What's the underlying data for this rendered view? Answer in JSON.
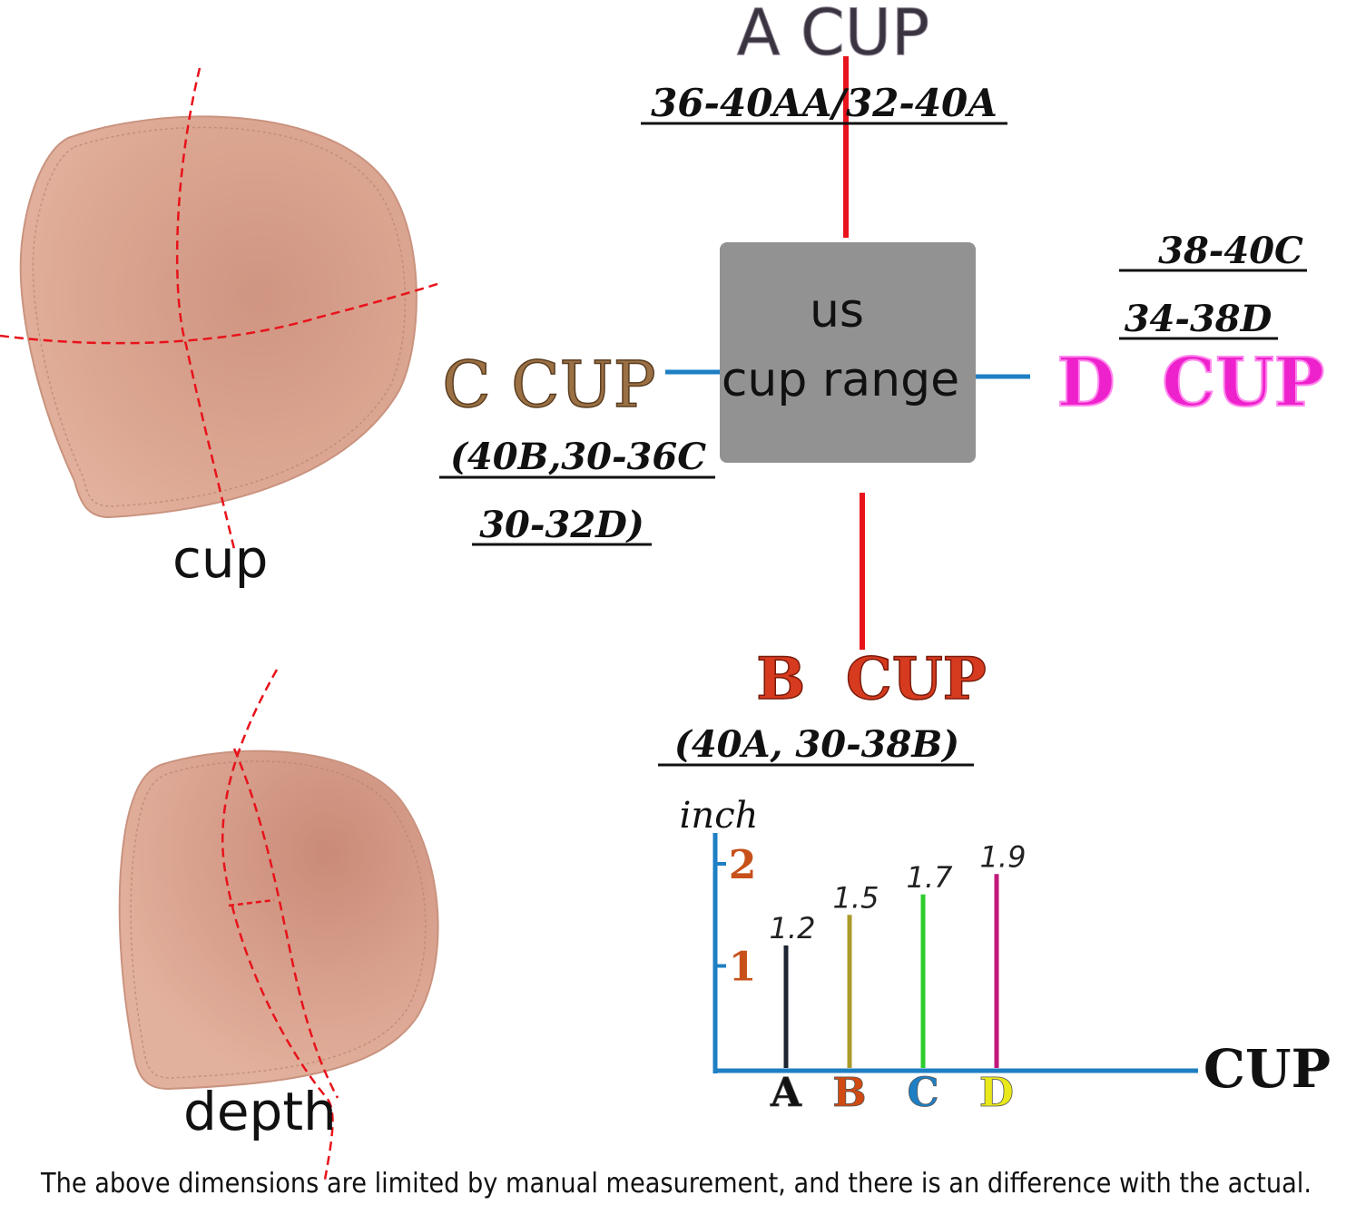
{
  "diagram": {
    "top_cup": {
      "label": "A CUP",
      "sizes": "36-40AA/32-40A"
    },
    "left_cup": {
      "label": "C CUP",
      "sizes_line1": "(40B,30-36C",
      "sizes_line2": "30-32D)"
    },
    "right_cup": {
      "label": "D  CUP",
      "sizes_line1": "38-40C",
      "sizes_line2": "34-38D"
    },
    "bottom_cup": {
      "label": "B  CUP",
      "sizes": "(40A, 30-38B)"
    },
    "center_box": {
      "line1": "us",
      "line2": "cup range"
    },
    "pad_labels": {
      "cup": "cup",
      "depth": "depth"
    },
    "footnote": "The above dimensions are limited by manual measurement, and there is an difference with the actual."
  },
  "colors": {
    "connector_red": "#e8131b",
    "connector_blue": "#1e7fc4",
    "center_box": "#929292",
    "pad_skin": "#d9a48f",
    "d_cup_magenta": "#ee22cc",
    "b_cup_red": "#d63a1f",
    "a_cup_text": "#3a3440"
  },
  "chart_data": {
    "type": "bar",
    "ylabel": "inch",
    "xlabel": "CUP",
    "y_ticks": [
      "1",
      "2"
    ],
    "ylim": [
      0,
      2
    ],
    "categories": [
      "A",
      "B",
      "C",
      "D"
    ],
    "values": [
      1.2,
      1.5,
      1.7,
      1.9
    ],
    "value_labels": [
      "1.2",
      "1.5",
      "1.7",
      "1.9"
    ],
    "bar_colors": [
      "#1c2433",
      "#a99a2a",
      "#2ecc2e",
      "#c2187a"
    ],
    "category_colors": [
      "#111111",
      "#d04a12",
      "#1e7fc4",
      "#e8e81a"
    ]
  }
}
